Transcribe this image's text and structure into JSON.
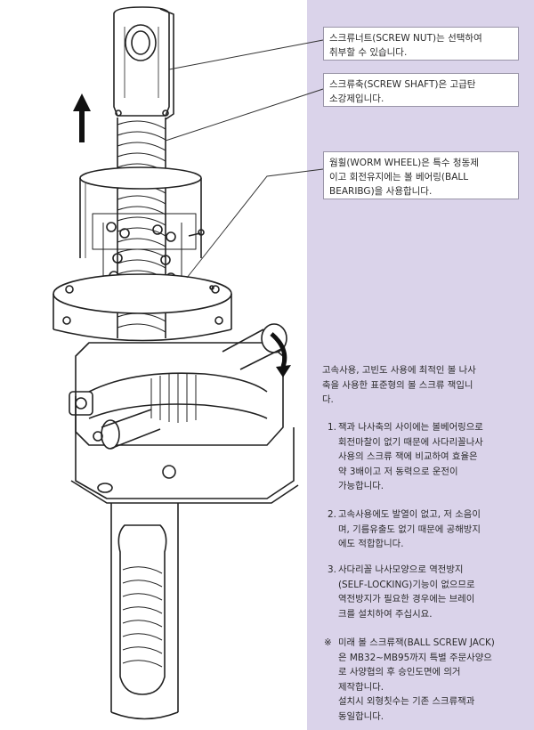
{
  "callouts": {
    "nut": "스크류너트(SCREW NUT)는 선택하여\n취부할 수 있습니다.",
    "shaft": "스크류축(SCREW SHAFT)은 고급탄\n소강제입니다.",
    "wheel": "웜휠(WORM WHEEL)은 특수 청동제\n이고 회전유지에는 볼 베어링(BALL\nBEARIBG)을 사용합니다."
  },
  "intro": "고속사용, 고빈도 사용에 최적인 볼 나사\n축을 사용한 표준형의 볼 스크류 잭입니\n다.",
  "items": [
    {
      "num": "1.",
      "text": "잭과 나사축의 사이에는 볼베어링으로\n회전마찰이 없기 때문에 사다리꼴나사\n사용의 스크류 잭에 비교하여 효율은\n약 3배이고 저 동력으로 운전이\n가능합니다."
    },
    {
      "num": "2.",
      "text": "고속사용에도 발열이 없고, 저 소음이\n며, 기름유출도 없기 때문에 공해방지\n에도 적합합니다."
    },
    {
      "num": "3.",
      "text": "사다리꼴 나사모양으로 역전방지\n(SELF-LOCKING)기능이 없으므로\n역전방지가 필요한 경우에는 브레이\n크를 설치하여 주십시요."
    }
  ],
  "note": {
    "mark": "※",
    "text": "미래 볼 스크류잭(BALL SCREW JACK)\n은 MB32∼MB95까지 특별 주문사양으\n로 사양협의 후 승인도면에 의거\n제작합니다.\n설치시 외형칫수는 기존 스크류잭과\n동일합니다."
  },
  "colors": {
    "panel": "#dad3ea",
    "ink": "#2a2a2a"
  }
}
